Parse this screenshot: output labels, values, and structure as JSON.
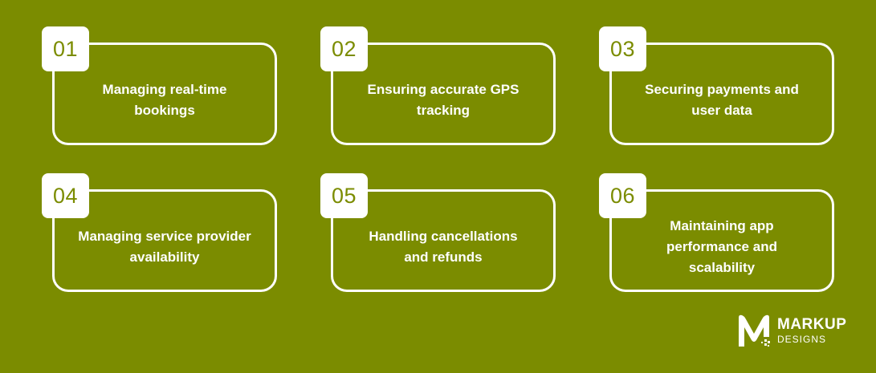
{
  "steps": [
    {
      "number": "01",
      "text": "Managing real-time bookings"
    },
    {
      "number": "02",
      "text": "Ensuring accurate GPS tracking"
    },
    {
      "number": "03",
      "text": "Securing payments and user data"
    },
    {
      "number": "04",
      "text": "Managing service provider availability"
    },
    {
      "number": "05",
      "text": "Handling cancellations and refunds"
    },
    {
      "number": "06",
      "text": "Maintaining app performance and scalability"
    }
  ],
  "logo": {
    "main": "MARKUP",
    "sub": "DESIGNS",
    "icon": "markup-m-logo-icon"
  },
  "colors": {
    "background": "#7b8c00",
    "foreground": "#ffffff"
  }
}
